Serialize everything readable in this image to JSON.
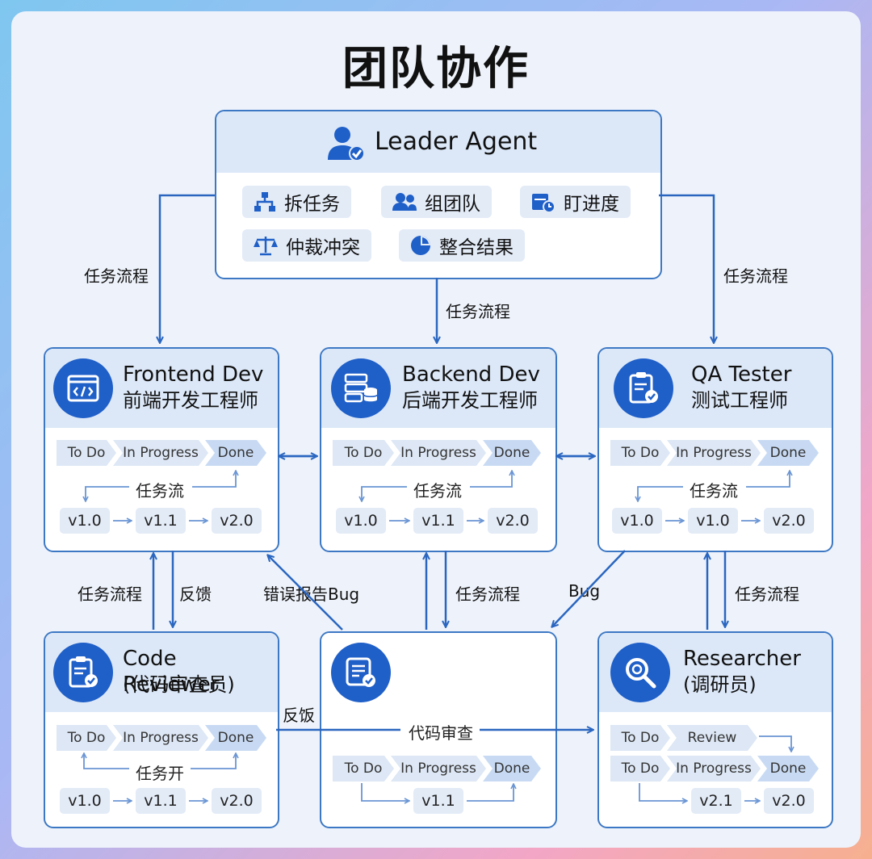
{
  "title": "团队协作",
  "leader": {
    "name": "Leader Agent",
    "chips": [
      "拆任务",
      "组团队",
      "盯进度",
      "仲裁冲突",
      "整合结果"
    ]
  },
  "edges": {
    "left": "任务流程",
    "center": "任务流程",
    "right": "任务流程",
    "fe_cr_up": "任务流程",
    "fe_cr_down": "反馈",
    "bug_report": "错误报告Bug",
    "be_mid": "任务流程",
    "qa_bug": "Bug",
    "qa_res": "任务流程",
    "cr_feedback": "反饭",
    "code_review": "代码审查"
  },
  "agents": {
    "frontend": {
      "name_en": "Frontend Dev",
      "name_zh": "前端开发工程师",
      "stages": [
        "To Do",
        "In Progress",
        "Done"
      ],
      "flow": "任务流",
      "versions": [
        "v1.0",
        "v1.1",
        "v2.0"
      ]
    },
    "backend": {
      "name_en": "Backend Dev",
      "name_zh": "后端开发工程师",
      "stages": [
        "To Do",
        "In Progress",
        "Done"
      ],
      "flow": "任务流",
      "versions": [
        "v1.0",
        "v1.1",
        "v2.0"
      ]
    },
    "qa": {
      "name_en": "QA Tester",
      "name_zh": "测试工程师",
      "stages": [
        "To Do",
        "In Progress",
        "Done"
      ],
      "flow": "任务流",
      "versions": [
        "v1.0",
        "v1.0",
        "v2.0"
      ]
    },
    "reviewer": {
      "name_en": "Code Reviewer",
      "name_zh": "(代码审查员)",
      "stages": [
        "To Do",
        "In Progress",
        "Done"
      ],
      "flow": "任务开",
      "versions": [
        "v1.0",
        "v1.1",
        "v2.0"
      ]
    },
    "middle": {
      "stages": [
        "To Do",
        "In Progress",
        "Done"
      ],
      "version": "v1.1"
    },
    "researcher": {
      "name_en": "Researcher",
      "name_zh": "(调研员)",
      "stages_top": [
        "To Do",
        "Review"
      ],
      "stages": [
        "To Do",
        "In Progress",
        "Done"
      ],
      "versions": [
        "v2.1",
        "v2.0"
      ]
    }
  },
  "colors": {
    "accent": "#1f5fc8",
    "border": "#3d78c4",
    "header_bg": "#dce8f8",
    "chip_bg": "#e3ebf7"
  }
}
